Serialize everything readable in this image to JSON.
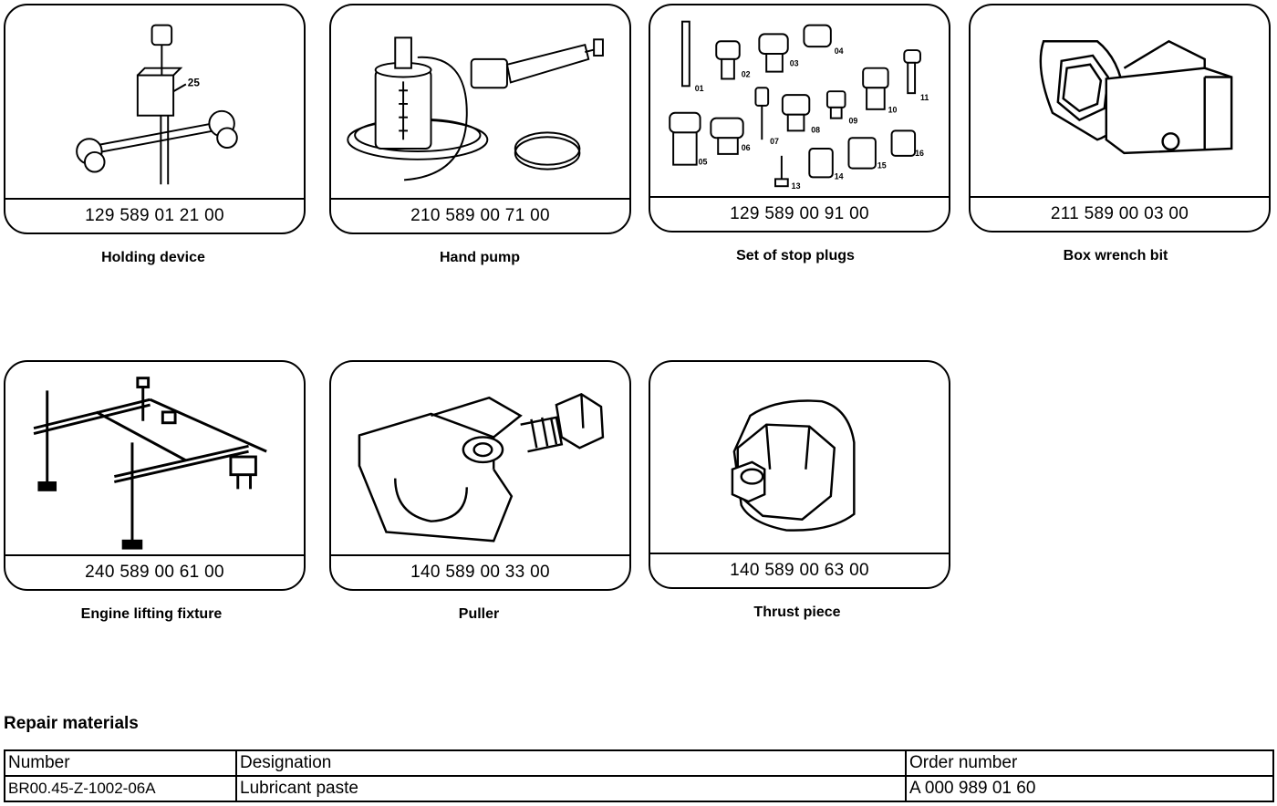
{
  "tools": [
    {
      "number": "129 589 01 21 00",
      "caption": "Holding device",
      "icon": "holding-device-icon",
      "callouts": [
        "25"
      ]
    },
    {
      "number": "210 589 00 71 00",
      "caption": "Hand pump",
      "icon": "hand-pump-icon",
      "callouts": []
    },
    {
      "number": "129 589 00 91 00",
      "caption": "Set of stop plugs",
      "icon": "stop-plugs-icon",
      "callouts": [
        "01",
        "02",
        "03",
        "04",
        "05",
        "06",
        "07",
        "08",
        "09",
        "10",
        "11",
        "13",
        "14",
        "15",
        "16"
      ]
    },
    {
      "number": "211 589 00 03 00",
      "caption": "Box wrench bit",
      "icon": "box-wrench-bit-icon",
      "callouts": []
    },
    {
      "number": "240 589 00 61 00",
      "caption": "Engine lifting fixture",
      "icon": "engine-lifting-fixture-icon",
      "callouts": []
    },
    {
      "number": "140 589 00 33 00",
      "caption": "Puller",
      "icon": "puller-icon",
      "callouts": []
    },
    {
      "number": "140 589 00 63 00",
      "caption": "Thrust piece",
      "icon": "thrust-piece-icon",
      "callouts": []
    }
  ],
  "repair_materials": {
    "title": "Repair materials",
    "headers": [
      "Number",
      "Designation",
      "Order number"
    ],
    "rows": [
      [
        "BR00.45-Z-1002-06A",
        "Lubricant paste",
        "A 000 989 01 60"
      ]
    ]
  }
}
